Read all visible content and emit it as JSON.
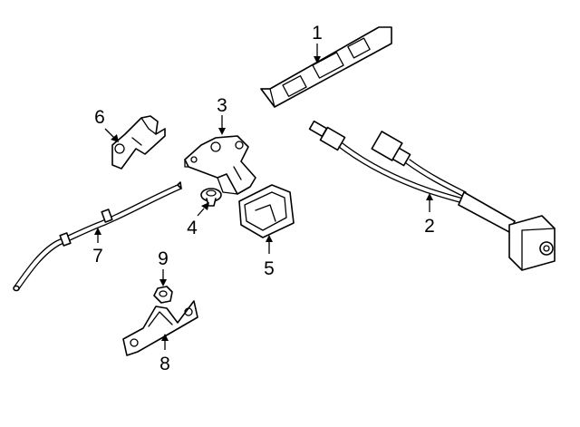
{
  "diagram": {
    "background": "#ffffff",
    "line_color": "#000000",
    "callouts": {
      "c1": "1",
      "c2": "2",
      "c3": "3",
      "c4": "4",
      "c5": "5",
      "c6": "6",
      "c7": "7",
      "c8": "8",
      "c9": "9"
    }
  }
}
